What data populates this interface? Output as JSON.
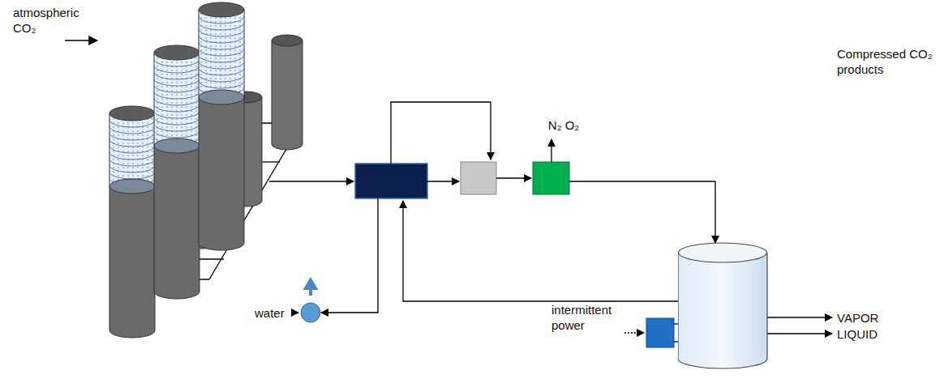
{
  "diagram": {
    "nodes": [
      {
        "text": [
          "Compressed CO₂ products"
        ]
      }
    ],
    "labels": [
      "atmospheric CO₂",
      "N₂ O₂",
      "VAPOR",
      "LIQUID",
      "water",
      "intermittent power"
    ]
  }
}
